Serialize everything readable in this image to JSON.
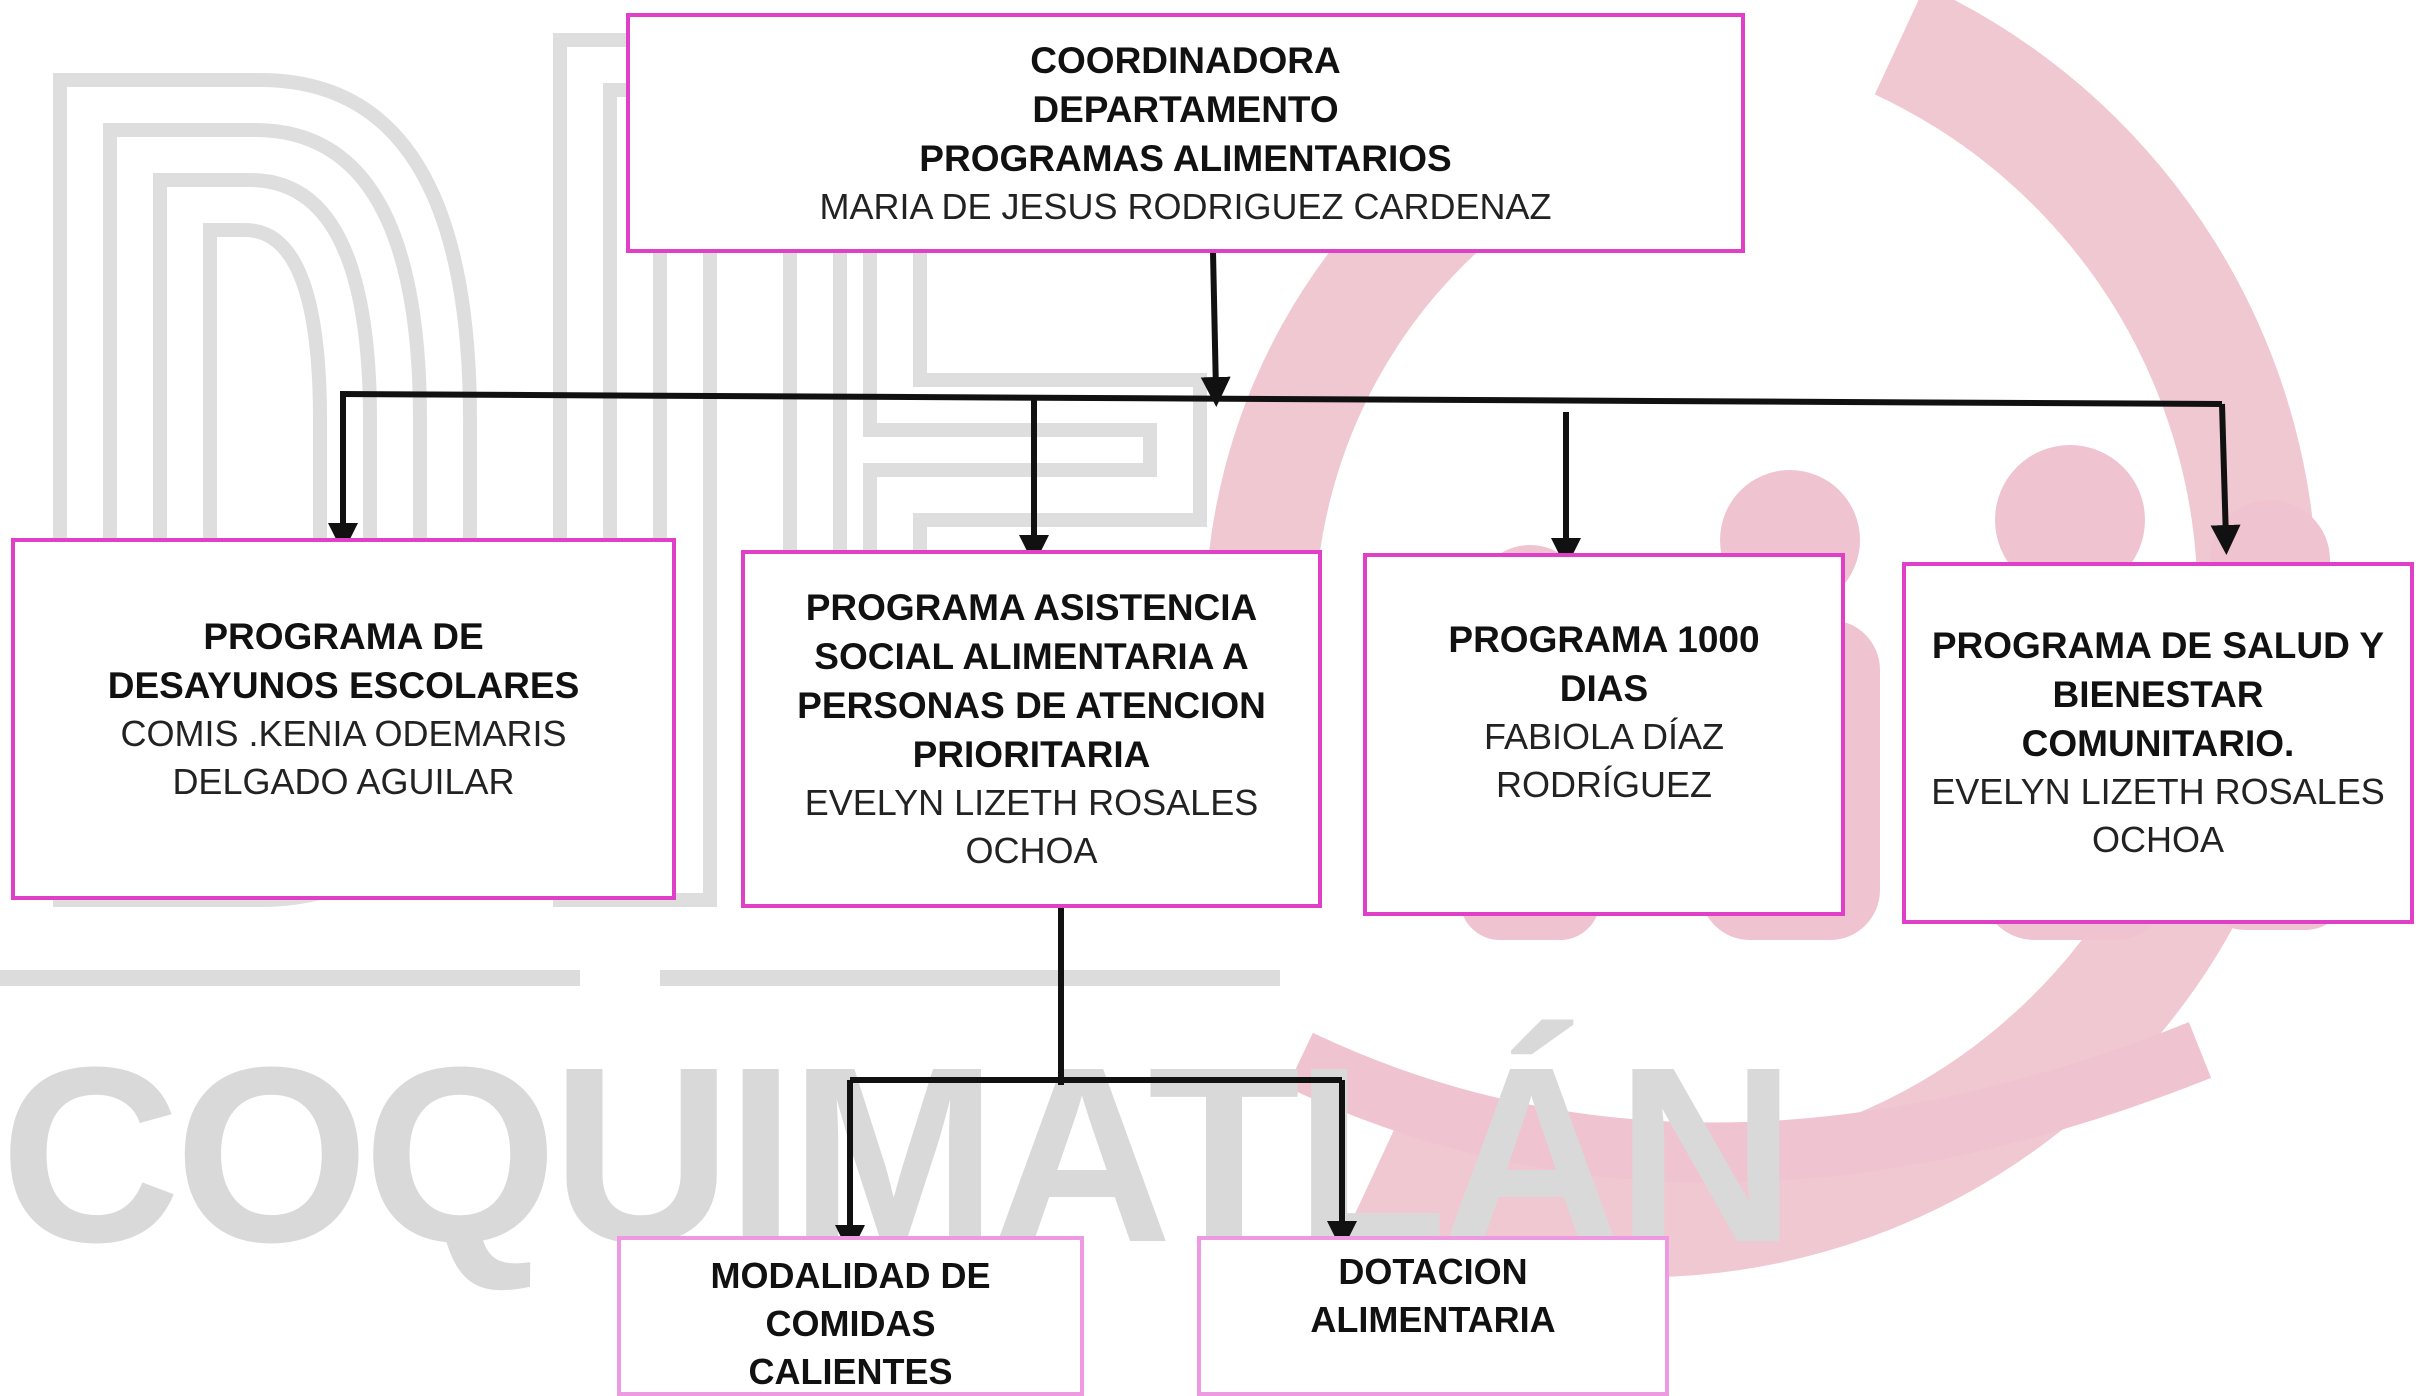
{
  "watermark": {
    "text": "COQUIMATLÁN",
    "logo_letters": "DIF",
    "colors": {
      "gray": "#d9d9d9",
      "pink": "#f0c8d2"
    }
  },
  "colors": {
    "border": "#e040c8",
    "border_light": "#ee9ae2",
    "line": "#111111"
  },
  "top": {
    "title_lines": [
      "COORDINADORA",
      "DEPARTAMENTO",
      "PROGRAMAS ALIMENTARIOS"
    ],
    "name": "MARIA DE JESUS RODRIGUEZ CARDENAZ"
  },
  "programs": [
    {
      "title": "PROGRAMA DE DESAYUNOS ESCOLARES",
      "name": "COMIS .KENIA ODEMARIS DELGADO AGUILAR"
    },
    {
      "title": "PROGRAMA ASISTENCIA SOCIAL ALIMENTARIA A PERSONAS DE ATENCION PRIORITARIA",
      "name": "EVELYN LIZETH ROSALES OCHOA"
    },
    {
      "title": "PROGRAMA 1000 DIAS",
      "name": "FABIOLA DÍAZ RODRÍGUEZ"
    },
    {
      "title": "PROGRAMA  DE SALUD Y BIENESTAR COMUNITARIO.",
      "name": "EVELYN LIZETH ROSALES OCHOA"
    }
  ],
  "sub_programs": [
    {
      "title": "MODALIDAD DE COMIDAS CALIENTES"
    },
    {
      "title": "DOTACION ALIMENTARIA"
    }
  ]
}
